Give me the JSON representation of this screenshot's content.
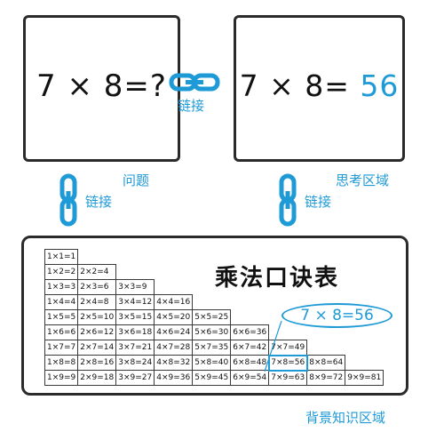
{
  "question_card": {
    "expression": "7 × 8=?",
    "label": "问题"
  },
  "answer_card": {
    "expression": "7 × 8= ",
    "answer": "56",
    "label": "思考区域"
  },
  "links": {
    "label": "链接"
  },
  "table_card": {
    "title": "乘法口诀表",
    "bubble": "7 × 8=56",
    "label": "背景知识区域",
    "highlight": "7×8=56",
    "rows": [
      [
        "1×1=1"
      ],
      [
        "1×2=2",
        "2×2=4"
      ],
      [
        "1×3=3",
        "2×3=6",
        "3×3=9"
      ],
      [
        "1×4=4",
        "2×4=8",
        "3×4=12",
        "4×4=16"
      ],
      [
        "1×5=5",
        "2×5=10",
        "3×5=15",
        "4×5=20",
        "5×5=25"
      ],
      [
        "1×6=6",
        "2×6=12",
        "3×6=18",
        "4×6=24",
        "5×6=30",
        "6×6=36"
      ],
      [
        "1×7=7",
        "2×7=14",
        "3×7=21",
        "4×7=28",
        "5×7=35",
        "6×7=42",
        "7×7=49"
      ],
      [
        "1×8=8",
        "2×8=16",
        "3×8=24",
        "4×8=32",
        "5×8=40",
        "6×8=48",
        "7×8=56",
        "8×8=64"
      ],
      [
        "1×9=9",
        "2×9=18",
        "3×9=27",
        "4×9=36",
        "5×9=45",
        "6×9=54",
        "7×9=63",
        "8×9=72",
        "9×9=81"
      ]
    ]
  },
  "colors": {
    "accent": "#1e9ad6",
    "border": "#2b2b2b"
  }
}
